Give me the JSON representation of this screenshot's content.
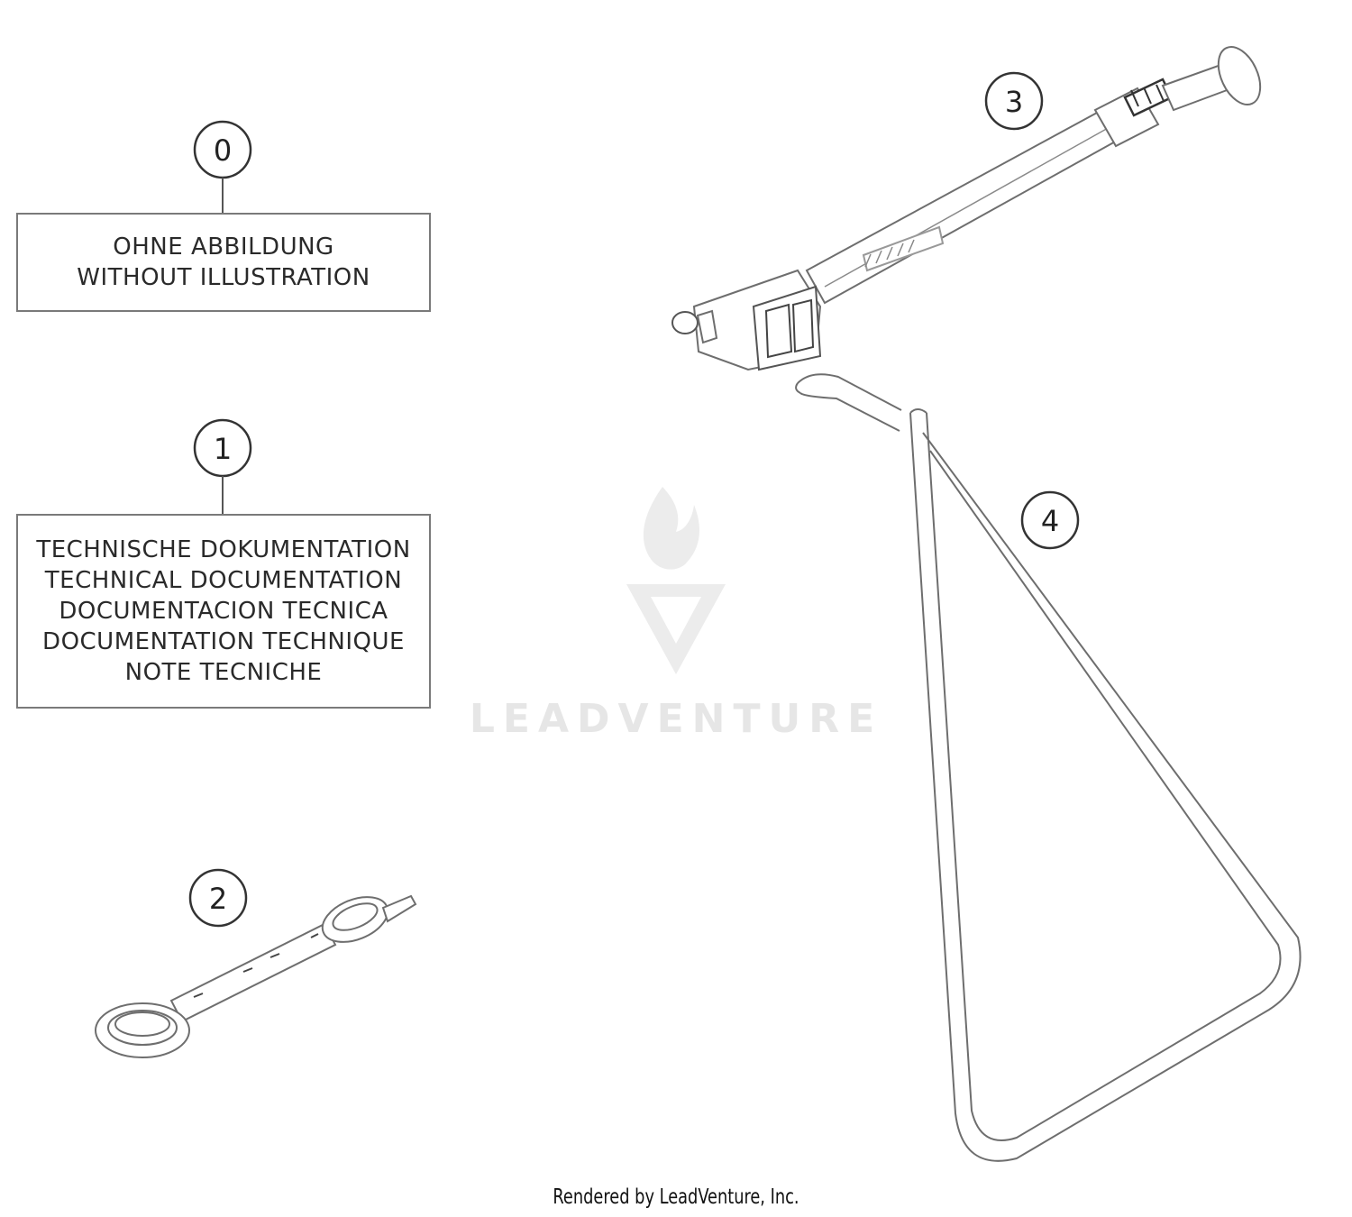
{
  "callouts": [
    {
      "id": "0",
      "number": "0"
    },
    {
      "id": "1",
      "number": "1"
    },
    {
      "id": "2",
      "number": "2"
    },
    {
      "id": "3",
      "number": "3"
    },
    {
      "id": "4",
      "number": "4"
    }
  ],
  "box0": {
    "lines": [
      "OHNE ABBILDUNG",
      "WITHOUT ILLUSTRATION"
    ]
  },
  "box1": {
    "lines": [
      "TECHNISCHE DOKUMENTATION",
      "TECHNICAL DOCUMENTATION",
      "DOCUMENTACION TECNICA",
      "DOCUMENTATION TECHNIQUE",
      "NOTE TECNICHE"
    ]
  },
  "watermark": {
    "text": "LEADVENTURE"
  },
  "footer": {
    "text": "Rendered by LeadVenture, Inc."
  },
  "colors": {
    "line": "#6e6e6e",
    "watermark": "#e6e6e6",
    "text": "#2a2a2a"
  }
}
